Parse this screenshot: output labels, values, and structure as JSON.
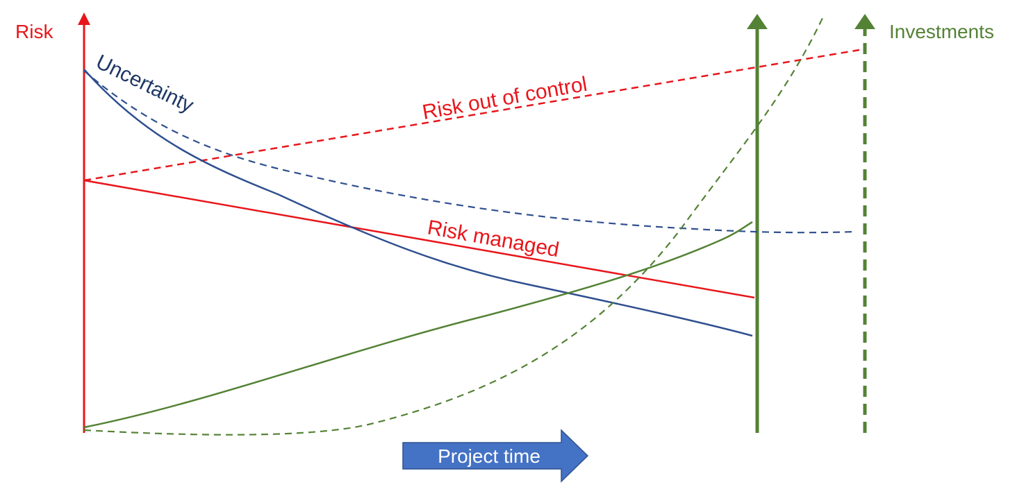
{
  "labels": {
    "risk_axis": "Risk",
    "investments_axis": "Investments",
    "uncertainty": "Uncertainty",
    "risk_out_of_control": "Risk out of control",
    "risk_managed": "Risk managed",
    "project_time": "Project time"
  },
  "colors": {
    "risk": "#e8161b",
    "investment": "#548235",
    "uncertainty": "#2f4f8f",
    "uncertainty_text": "#1f3864",
    "arrow_fill": "#4472c4",
    "arrow_text": "#ffffff"
  }
}
